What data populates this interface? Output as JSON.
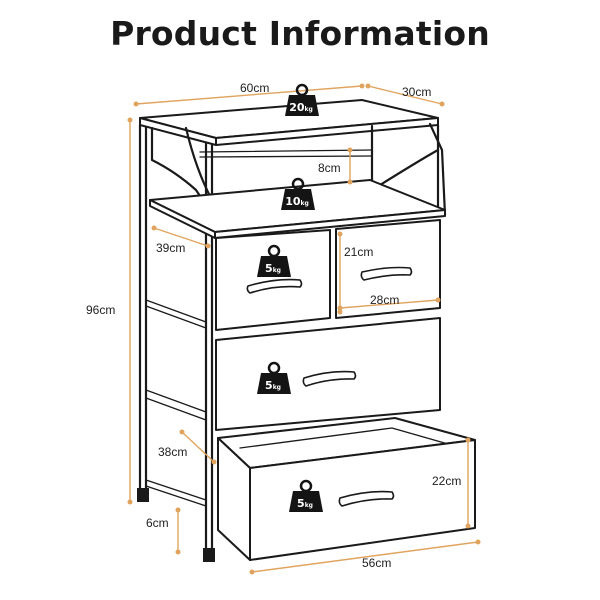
{
  "title": "Product Information",
  "dimensions": {
    "width_top": "60cm",
    "depth_top": "30cm",
    "shelf_gap": "8cm",
    "inner_depth": "39cm",
    "small_drawer_height": "21cm",
    "small_drawer_width": "28cm",
    "total_height": "96cm",
    "drawer_depth": "38cm",
    "drawer_height": "22cm",
    "foot_height": "6cm",
    "drawer_width": "56cm"
  },
  "weights": {
    "top": {
      "value": "20",
      "unit": "kg"
    },
    "shelf": {
      "value": "10",
      "unit": "kg"
    },
    "drawer_small": {
      "value": "5",
      "unit": "kg"
    },
    "drawer_middle": {
      "value": "5",
      "unit": "kg"
    },
    "drawer_bottom": {
      "value": "5",
      "unit": "kg"
    }
  },
  "colors": {
    "dimension_line": "#e0a45e",
    "outline": "#1a1a1a",
    "weight_icon": "#141414"
  }
}
